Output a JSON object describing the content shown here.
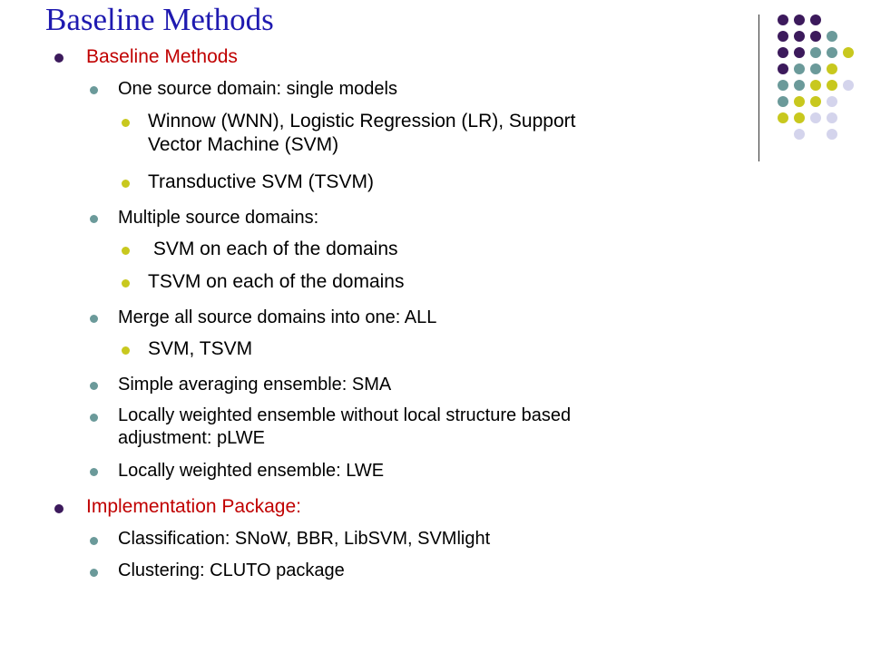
{
  "slide": {
    "title": "Baseline Methods"
  },
  "colors": {
    "title": "#1f1ab0",
    "heading": "#c00000",
    "bullet_level1": "#3c1a5c",
    "bullet_level2": "#6b9a9a",
    "bullet_level3": "#c8c81e",
    "dot_purple": "#3c1a5c",
    "dot_teal": "#6b9a9a",
    "dot_olive": "#c8c81e",
    "dot_lavender": "#d4d4ec"
  },
  "outline": {
    "baseline_heading": "Baseline Methods",
    "one_source": "One source domain: single models",
    "one_source_models": "Winnow (WNN), Logistic Regression (LR), Support",
    "one_source_models_cont": "Vector Machine (SVM)",
    "tsvm": "Transductive SVM (TSVM)",
    "multiple_source": "Multiple source domains:",
    "svm_each": " SVM on each of the domains",
    "tsvm_each": "TSVM on each of the domains",
    "merge_all": "Merge all source domains into one: ALL",
    "svm_tsvm": "SVM, TSVM",
    "sma": "Simple averaging ensemble: SMA",
    "plwe": "Locally weighted ensemble without local structure based",
    "plwe_cont": "adjustment: pLWE",
    "lwe": "Locally weighted ensemble: LWE",
    "impl_heading": "Implementation Package:",
    "classification": "Classification: SNoW, BBR, LibSVM, SVMlight",
    "clustering": "Clustering: CLUTO package"
  }
}
